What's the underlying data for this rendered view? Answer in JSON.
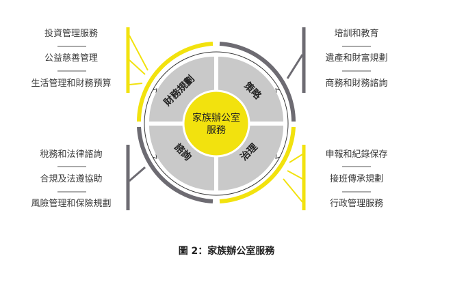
{
  "colors": {
    "yellow": "#f2e20e",
    "gray_dark": "#6d6b72",
    "gray_light": "#c9c9c9",
    "text": "#3a3a3a"
  },
  "center": {
    "line1": "家族辦公室",
    "line2": "服務"
  },
  "segments": {
    "top_left": "財務規劃",
    "top_right": "策略",
    "bottom_left": "諮詢",
    "bottom_right": "治理"
  },
  "groups": {
    "top_left": [
      "投資管理服務",
      "公益慈善管理",
      "生活管理和財務預算"
    ],
    "top_right": [
      "培訓和教育",
      "遺產和財富規劃",
      "商務和財務諮詢"
    ],
    "bottom_left": [
      "稅務和法律諮詢",
      "合規及法遵協助",
      "風險管理和保險規劃"
    ],
    "bottom_right": [
      "申報和紀錄保存",
      "接班傳承規劃",
      "行政管理服務"
    ]
  },
  "caption": "圖 2：家族辦公室服務"
}
